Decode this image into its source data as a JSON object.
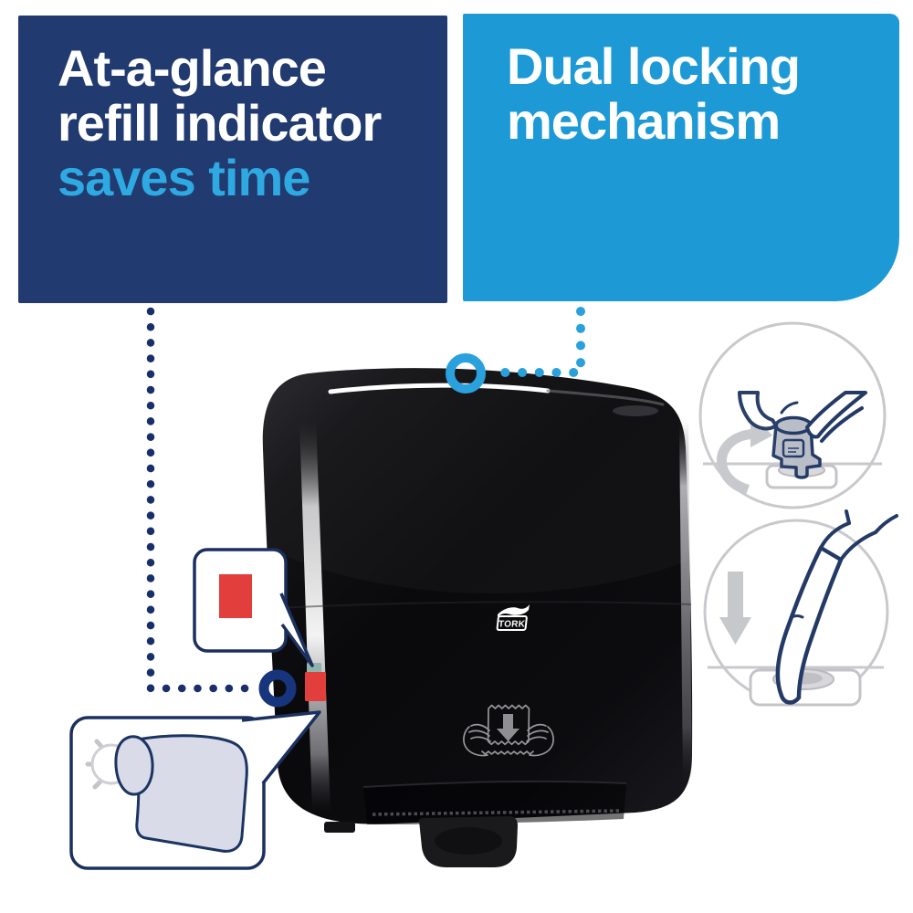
{
  "panels": {
    "refill": {
      "lines": [
        "At-a-glance",
        "refill indicator",
        "saves time"
      ],
      "bg_color": "#213a6f",
      "text_color": "#ffffff",
      "accent_color": "#2fa9e1"
    },
    "locking": {
      "lines": [
        "Dual locking",
        "mechanism"
      ],
      "bg_color": "#1d9ad6",
      "text_color": "#ffffff"
    }
  },
  "dispenser": {
    "brand_logo": "TORK",
    "body_color": "#0c0c0e",
    "refill_indicator_color": "#e23e3c",
    "indicator_tab_color": "#8fb4ae"
  },
  "connectors": {
    "navy_dot_color": "#17306b",
    "navy_ring_color": "#17357c",
    "blue_dot_color": "#2aa0dc",
    "blue_ring_color": "#2aa0dc"
  },
  "illustrations": {
    "twist_lock": {
      "name": "hand twisting dispenser key lock"
    },
    "press_lock": {
      "name": "finger pressing dispenser lock button"
    },
    "low_roll": {
      "name": "nearly empty paper towel roll"
    },
    "dispense_icon": {
      "name": "hands pulling towel downward"
    }
  }
}
